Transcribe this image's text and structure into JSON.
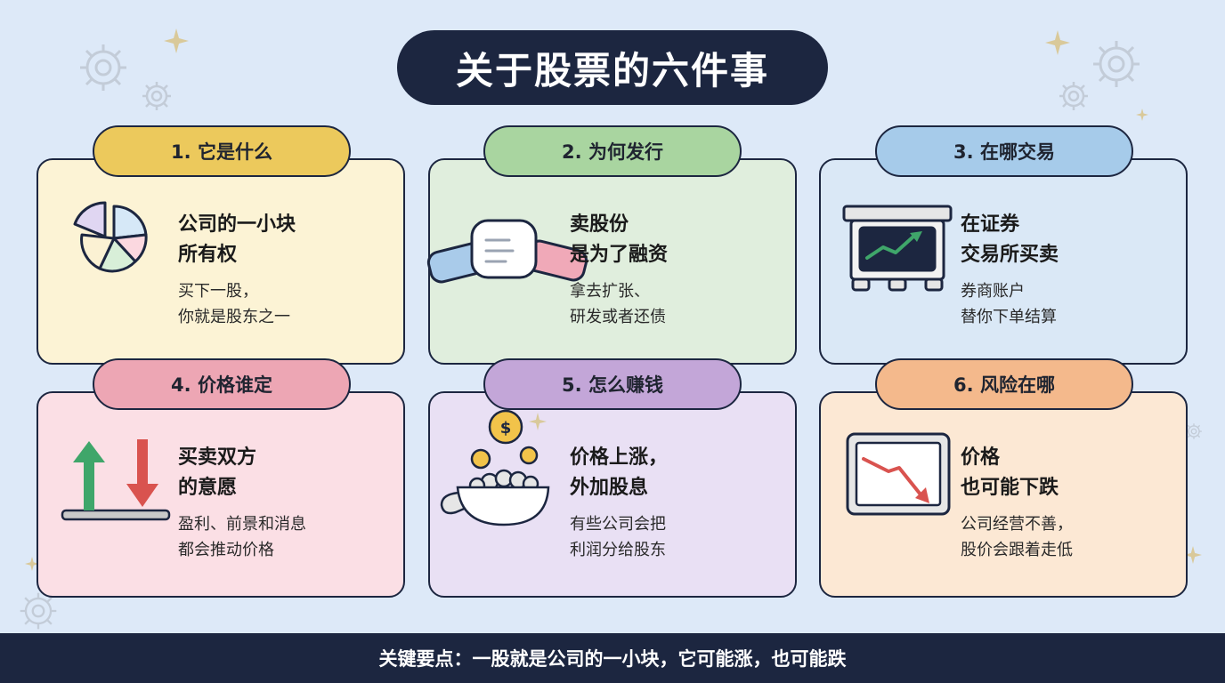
{
  "title": "关于股票的六件事",
  "cards": [
    {
      "tab": "1. 它是什么",
      "heading": "公司的一小块\n所有权",
      "desc": "买下一股，\n你就是股东之一",
      "icon": "pie-chart-icon",
      "tab_color": "#ecc95c",
      "card_color": "#fcf3d5"
    },
    {
      "tab": "2. 为何发行",
      "heading": "卖股份\n是为了融资",
      "desc": "拿去扩张、\n研发或者还债",
      "icon": "handshake-icon",
      "tab_color": "#a9d5a0",
      "card_color": "#e0eedd"
    },
    {
      "tab": "3. 在哪交易",
      "heading": "在证券\n交易所买卖",
      "desc": "券商账户\n替你下单结算",
      "icon": "exchange-screen-icon",
      "tab_color": "#a6cbea",
      "card_color": "#dae8f6"
    },
    {
      "tab": "4. 价格谁定",
      "heading": "买卖双方\n的意愿",
      "desc": "盈利、前景和消息\n都会推动价格",
      "icon": "up-down-arrows-icon",
      "tab_color": "#eda6b4",
      "card_color": "#fbdfe5"
    },
    {
      "tab": "5. 怎么赚钱",
      "heading": "价格上涨，\n外加股息",
      "desc": "有些公司会把\n利润分给股东",
      "icon": "coin-bowl-icon",
      "tab_color": "#c3a6d8",
      "card_color": "#e9e0f4"
    },
    {
      "tab": "6. 风险在哪",
      "heading": "价格\n也可能下跌",
      "desc": "公司经营不善，\n股价会跟着走低",
      "icon": "falling-chart-icon",
      "tab_color": "#f4b98c",
      "card_color": "#fce8d4"
    }
  ],
  "footer": "关键要点：一股就是公司的一小块，它可能涨，也可能跌"
}
